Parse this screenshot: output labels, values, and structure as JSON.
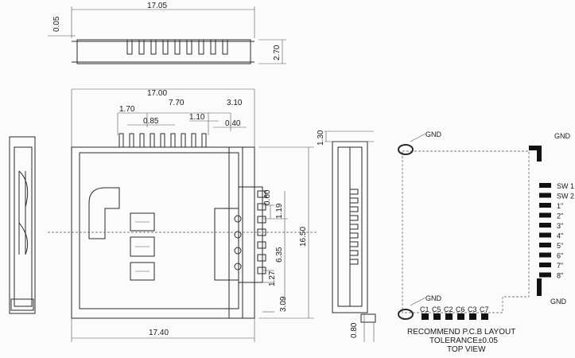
{
  "dimensions": {
    "top_width": "17.05",
    "top_offset": "0.05",
    "top_height": "2.70",
    "front_width": "17.00",
    "pitch_170": "1.70",
    "span_770": "7.70",
    "right_310": "3.10",
    "pin_085": "0.85",
    "pin_110": "1.10",
    "pin_040": "0.40",
    "side_130": "1.30",
    "pad_060": "0.60",
    "pad_119": "1.19",
    "pad_635": "6.35",
    "pad_127": "1.27",
    "pad_309": "3.09",
    "height_1650": "16.50",
    "bottom_1740": "17.40",
    "side_080": "0.80"
  },
  "pcb": {
    "gnd_top_left": "GND",
    "gnd_top_right": "GND",
    "gnd_bottom_left": "GND",
    "gnd_bottom_right": "GND",
    "right_pins": [
      "SW 1",
      "SW 2",
      "1\"",
      "2\"",
      "3\"",
      "4\"",
      "5\"",
      "6\"",
      "7\"",
      "8\""
    ],
    "bottom_pins": [
      "C1",
      "C5",
      "C2",
      "C6",
      "C3",
      "C7"
    ]
  },
  "caption": {
    "line1": "RECOMMEND P.C.B LAYOUT",
    "line2": "TOLERANCE±0.05",
    "line3": "TOP VIEW"
  }
}
